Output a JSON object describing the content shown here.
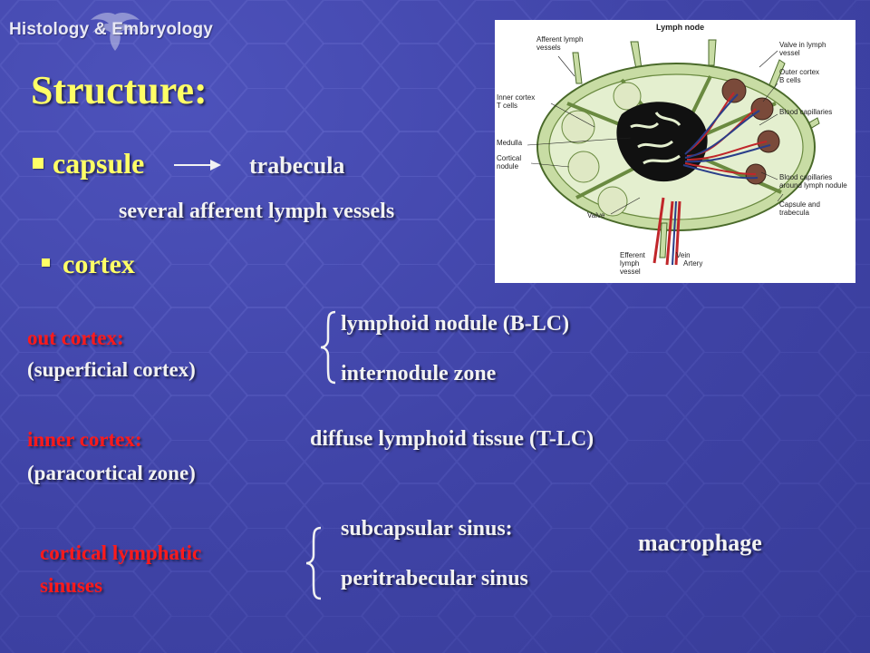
{
  "header": {
    "logo_text": "Histology & Embryology"
  },
  "title": "Structure:",
  "capsule": {
    "label": "capsule",
    "arrow_target": "trabecula",
    "detail": "several afferent lymph vessels"
  },
  "cortex": {
    "label": "cortex"
  },
  "out_cortex": {
    "label": "out cortex:",
    "alias": "(superficial cortex)",
    "items": [
      "lymphoid nodule (B-LC)",
      "internodule zone"
    ]
  },
  "inner_cortex": {
    "label": "inner cortex:",
    "alias": "(paracortical zone)",
    "item": "diffuse lymphoid tissue (T-LC)"
  },
  "sinuses": {
    "label_line1": "cortical lymphatic",
    "label_line2": "sinuses",
    "items": [
      "subcapsular sinus:",
      "peritrabecular sinus"
    ],
    "cell": "macrophage"
  },
  "figure": {
    "title": "Lymph node",
    "labels": {
      "afferent": [
        "Afferent lymph",
        "vessels"
      ],
      "inner_cortex": [
        "Inner cortex",
        "T cells"
      ],
      "medulla": "Medulla",
      "cortical_nodule": [
        "Cortical",
        "nodule"
      ],
      "valve_left": "Valve",
      "efferent": [
        "Efferent",
        "lymph",
        "vessel"
      ],
      "artery": "Artery",
      "vein": "Vein",
      "valve_right": [
        "Valve in lymph",
        "vessel"
      ],
      "outer_cortex": [
        "Outer cortex",
        "B cells"
      ],
      "blood_caps": "Blood capillaries",
      "blood_caps_nodule": [
        "Blood capillaries",
        "around lymph nodule"
      ],
      "capsule_trabecula": [
        "Capsule and",
        "trabecula"
      ]
    }
  },
  "colors": {
    "background": "#3f43a6",
    "title": "#ffff66",
    "text": "#f2f2f2",
    "red": "#ff1a1a"
  }
}
